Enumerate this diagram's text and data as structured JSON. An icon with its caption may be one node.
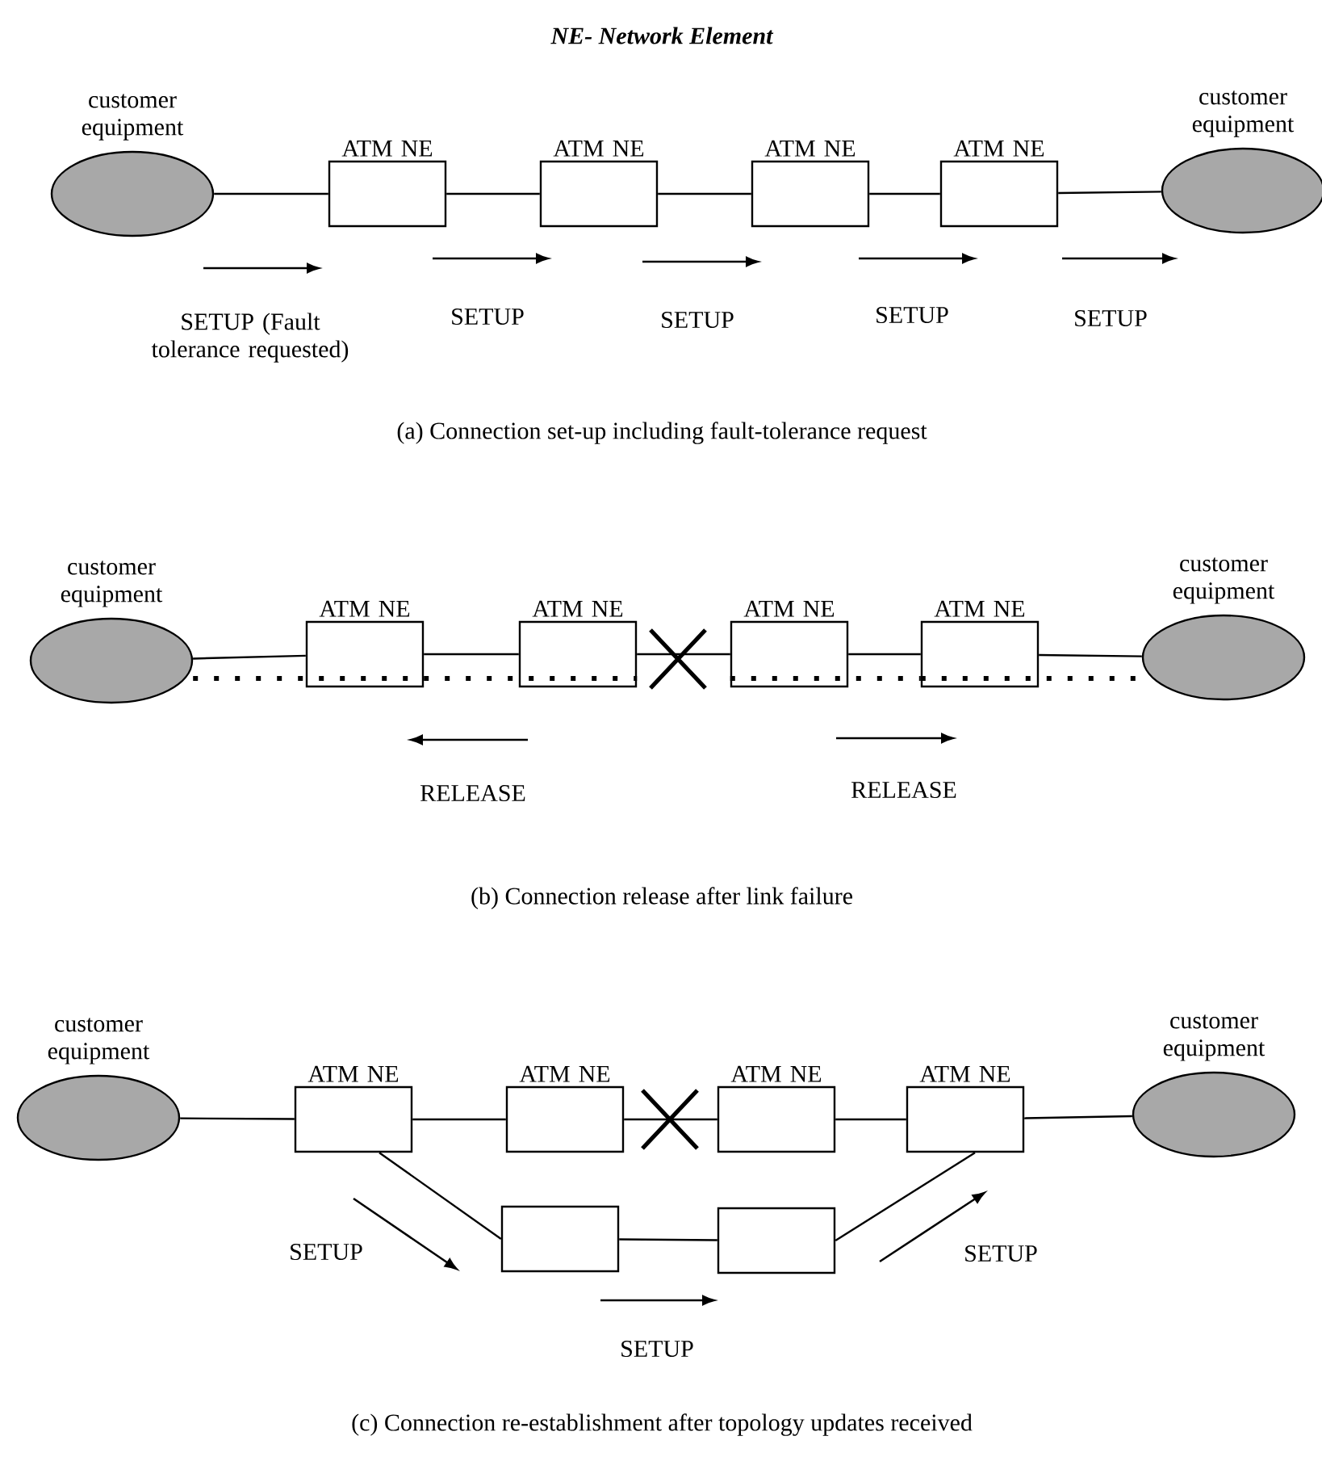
{
  "diagram": {
    "title": "NE- Network Element",
    "nodes": [
      {
        "text": [
          "customer equipment"
        ]
      },
      {
        "text": [
          "ATM NE"
        ]
      },
      {
        "text": [
          "ATM NE"
        ]
      },
      {
        "text": [
          "ATM NE"
        ]
      },
      {
        "text": [
          "ATM NE"
        ]
      },
      {
        "text": [
          "customer equipment"
        ]
      },
      {
        "text": [
          "customer equipment"
        ]
      },
      {
        "text": [
          "ATM NE"
        ]
      },
      {
        "text": [
          "ATM NE"
        ]
      },
      {
        "text": [
          "ATM NE"
        ]
      },
      {
        "text": [
          "ATM NE"
        ]
      },
      {
        "text": [
          "customer equipment"
        ]
      },
      {
        "text": [
          "customer equipment"
        ]
      },
      {
        "text": [
          "ATM NE"
        ]
      },
      {
        "text": [
          "ATM NE"
        ]
      },
      {
        "text": [
          "ATM NE"
        ]
      },
      {
        "text": [
          "ATM NE"
        ]
      },
      {
        "text": [
          "customer equipment"
        ]
      },
      {
        "text": [],
        "shape": "box"
      },
      {
        "text": [],
        "shape": "box"
      }
    ],
    "edges": [
      {
        "from": 0,
        "to": 1,
        "arrow": "none"
      },
      {
        "from": 1,
        "to": 2,
        "arrow": "none"
      },
      {
        "from": 2,
        "to": 3,
        "arrow": "none"
      },
      {
        "from": 3,
        "to": 4,
        "arrow": "none"
      },
      {
        "from": 4,
        "to": 5,
        "arrow": "none"
      },
      {
        "from": 6,
        "to": 7,
        "arrow": "none"
      },
      {
        "from": 7,
        "to": 8,
        "arrow": "none"
      },
      {
        "from": 8,
        "to": 9,
        "arrow": "none"
      },
      {
        "from": 9,
        "to": 10,
        "arrow": "none"
      },
      {
        "from": 10,
        "to": 11,
        "arrow": "none"
      },
      {
        "from": 12,
        "to": 13,
        "arrow": "none"
      },
      {
        "from": 13,
        "to": 14,
        "arrow": "none"
      },
      {
        "from": 14,
        "to": 15,
        "arrow": "none"
      },
      {
        "from": 15,
        "to": 16,
        "arrow": "none"
      },
      {
        "from": 16,
        "to": 17,
        "arrow": "none"
      },
      {
        "from": 13,
        "to": 18,
        "arrow": "none"
      },
      {
        "from": 18,
        "to": 19,
        "arrow": "none"
      },
      {
        "from": 19,
        "to": 16,
        "arrow": "none"
      },
      {
        "from": 6,
        "to": 7,
        "arrow": "none",
        "style": "dashed"
      },
      {
        "from": 7,
        "to": 8,
        "arrow": "none",
        "style": "dashed"
      },
      {
        "from": 9,
        "to": 10,
        "arrow": "none",
        "style": "dashed"
      },
      {
        "from": 10,
        "to": 11,
        "arrow": "none",
        "style": "dashed"
      }
    ],
    "labels": [
      "SETUP (Fault tolerance requested)",
      "SETUP",
      "SETUP",
      "SETUP",
      "SETUP",
      "(a) Connection set-up including fault-tolerance request",
      "RELEASE",
      "RELEASE",
      "(b) Connection release after link failure",
      "SETUP",
      "SETUP",
      "SETUP",
      "(c) Connection re-establishment after topology updates received"
    ]
  }
}
